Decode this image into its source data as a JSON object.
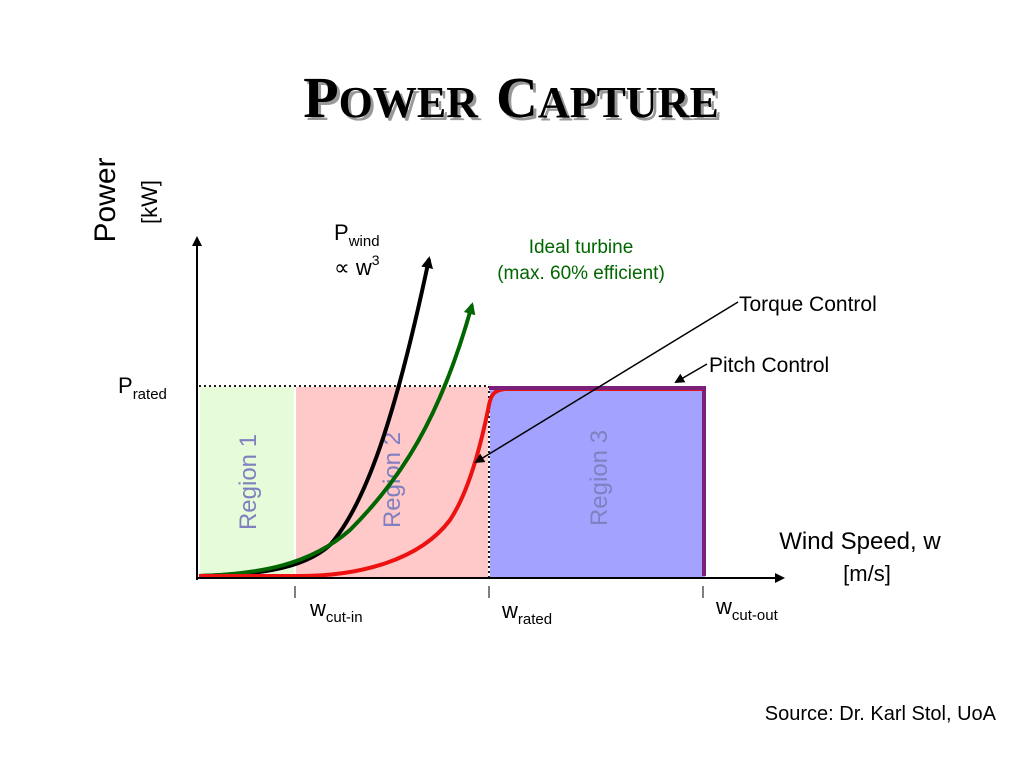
{
  "slide": {
    "title_initial_1": "P",
    "title_rest_1": "OWER",
    "title_initial_2": "C",
    "title_rest_2": "APTURE",
    "source": "Source: Dr. Karl Stol, UoA"
  },
  "axes": {
    "y_label": "Power",
    "y_unit": "[kW]",
    "x_label": "Wind Speed, w",
    "x_unit": "[m/s]",
    "p_rated_base": "P",
    "p_rated_sub": "rated",
    "ticks": [
      {
        "base": "w",
        "sub": "cut-in"
      },
      {
        "base": "w",
        "sub": "rated"
      },
      {
        "base": "w",
        "sub": "cut-out"
      }
    ]
  },
  "regions": [
    {
      "label": "Region 1",
      "color": "#e6fbd8"
    },
    {
      "label": "Region 2",
      "color": "#ffc9c9"
    },
    {
      "label": "Region 3",
      "color": "#a3a3ff"
    }
  ],
  "annotations": {
    "p_wind_base": "P",
    "p_wind_sub": "wind",
    "p_wind_prop": "∝ w",
    "p_wind_exp": "3",
    "ideal_line1": "Ideal turbine",
    "ideal_line2": "(max. 60% efficient)",
    "torque_control": "Torque Control",
    "pitch_control": "Pitch Control"
  },
  "colors": {
    "wind_curve": "#000000",
    "ideal_curve": "#006600",
    "actual_curve": "#ee1111",
    "pitch_line": "#7a1f7a",
    "ideal_text": "#006600",
    "region_text": "#8080c0"
  }
}
